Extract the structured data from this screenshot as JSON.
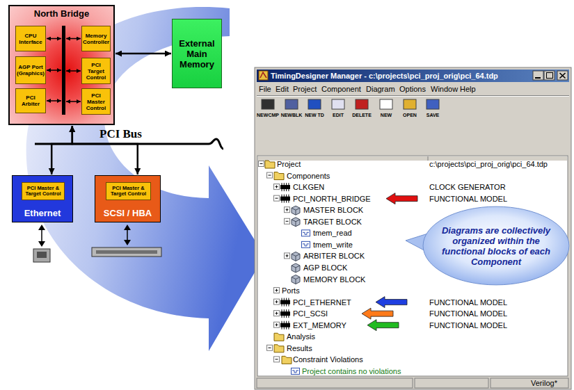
{
  "diagram": {
    "nodes": [
      {
        "text": [
          "North Bridge"
        ]
      },
      {
        "text": [
          "CPU Interface"
        ],
        "in": 0
      },
      {
        "text": [
          "Memory Controller"
        ],
        "in": 0
      },
      {
        "text": [
          "AGP Port (Graphics)"
        ],
        "in": 0
      },
      {
        "text": [
          "PCI Target Control"
        ],
        "in": 0
      },
      {
        "text": [
          "PCI Arbiter"
        ],
        "in": 0
      },
      {
        "text": [
          "PCI Master Control"
        ],
        "in": 0
      },
      {
        "text": [
          "External Main Memory"
        ]
      },
      {
        "text": [
          "Ethernet"
        ]
      },
      {
        "text": [
          "PCI Master & Target Control"
        ],
        "in": 8
      },
      {
        "text": [
          "SCSI / HBA"
        ]
      },
      {
        "text": [
          "PCI Master & Target Control"
        ],
        "in": 10
      },
      {
        "text": [
          "Diagrams are collectively organized within the functional blocks of each Component"
        ]
      }
    ],
    "edges": [
      {
        "from": 0,
        "to": 7,
        "arrow": "both"
      },
      {
        "from": 0,
        "to": 8,
        "arrow": "both"
      },
      {
        "from": 0,
        "to": 10,
        "arrow": "both"
      }
    ],
    "labels": [
      "PCI Bus",
      "TimingDesigner Manager - c:\\projects\\pci_proj_orig\\pci_64.tdp",
      "File",
      "Edit",
      "Project",
      "Component",
      "Diagram",
      "Options",
      "Window",
      "Help",
      "NEWCMP",
      "NEWBLK",
      "NEW TD",
      "EDIT",
      "DELETE",
      "NEW",
      "OPEN",
      "SAVE",
      "Project",
      "c:\\projects\\pci_proj_orig\\pci_64.tdp",
      "Components",
      "CLKGEN",
      "CLOCK GENERATOR",
      "PCI_NORTH_BRIDGE",
      "FUNCTIONAL MODEL",
      "MASTER BLOCK",
      "TARGET BLOCK",
      "tmem_read",
      "tmem_write",
      "ARBITER BLOCK",
      "AGP BLOCK",
      "MEMORY BLOCK",
      "Ports",
      "PCI_ETHERNET",
      "FUNCTIONAL MODEL",
      "PCI_SCSI",
      "FUNCTIONAL MODEL",
      "EXT_MEMORY",
      "FUNCTIONAL MODEL",
      "Analysis",
      "Results",
      "Constraint Violations",
      "Project contains no violations",
      "Verilog*"
    ]
  }
}
